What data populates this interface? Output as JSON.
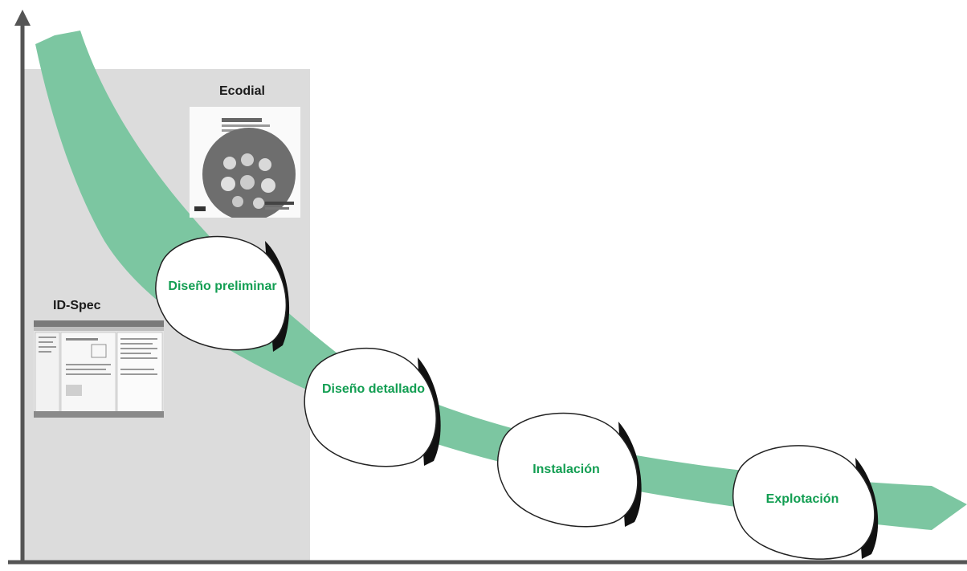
{
  "tools": [
    {
      "name": "Ecodial"
    },
    {
      "name": "ID-Spec"
    }
  ],
  "stages": [
    {
      "label": "Diseño preliminar"
    },
    {
      "label": "Diseño detallado"
    },
    {
      "label": "Instalación"
    },
    {
      "label": "Explotación"
    }
  ],
  "colors": {
    "ribbon": "#7cc6a1",
    "stage_text": "#129e52",
    "axis": "#555555",
    "panel": "#dcdcdc"
  }
}
